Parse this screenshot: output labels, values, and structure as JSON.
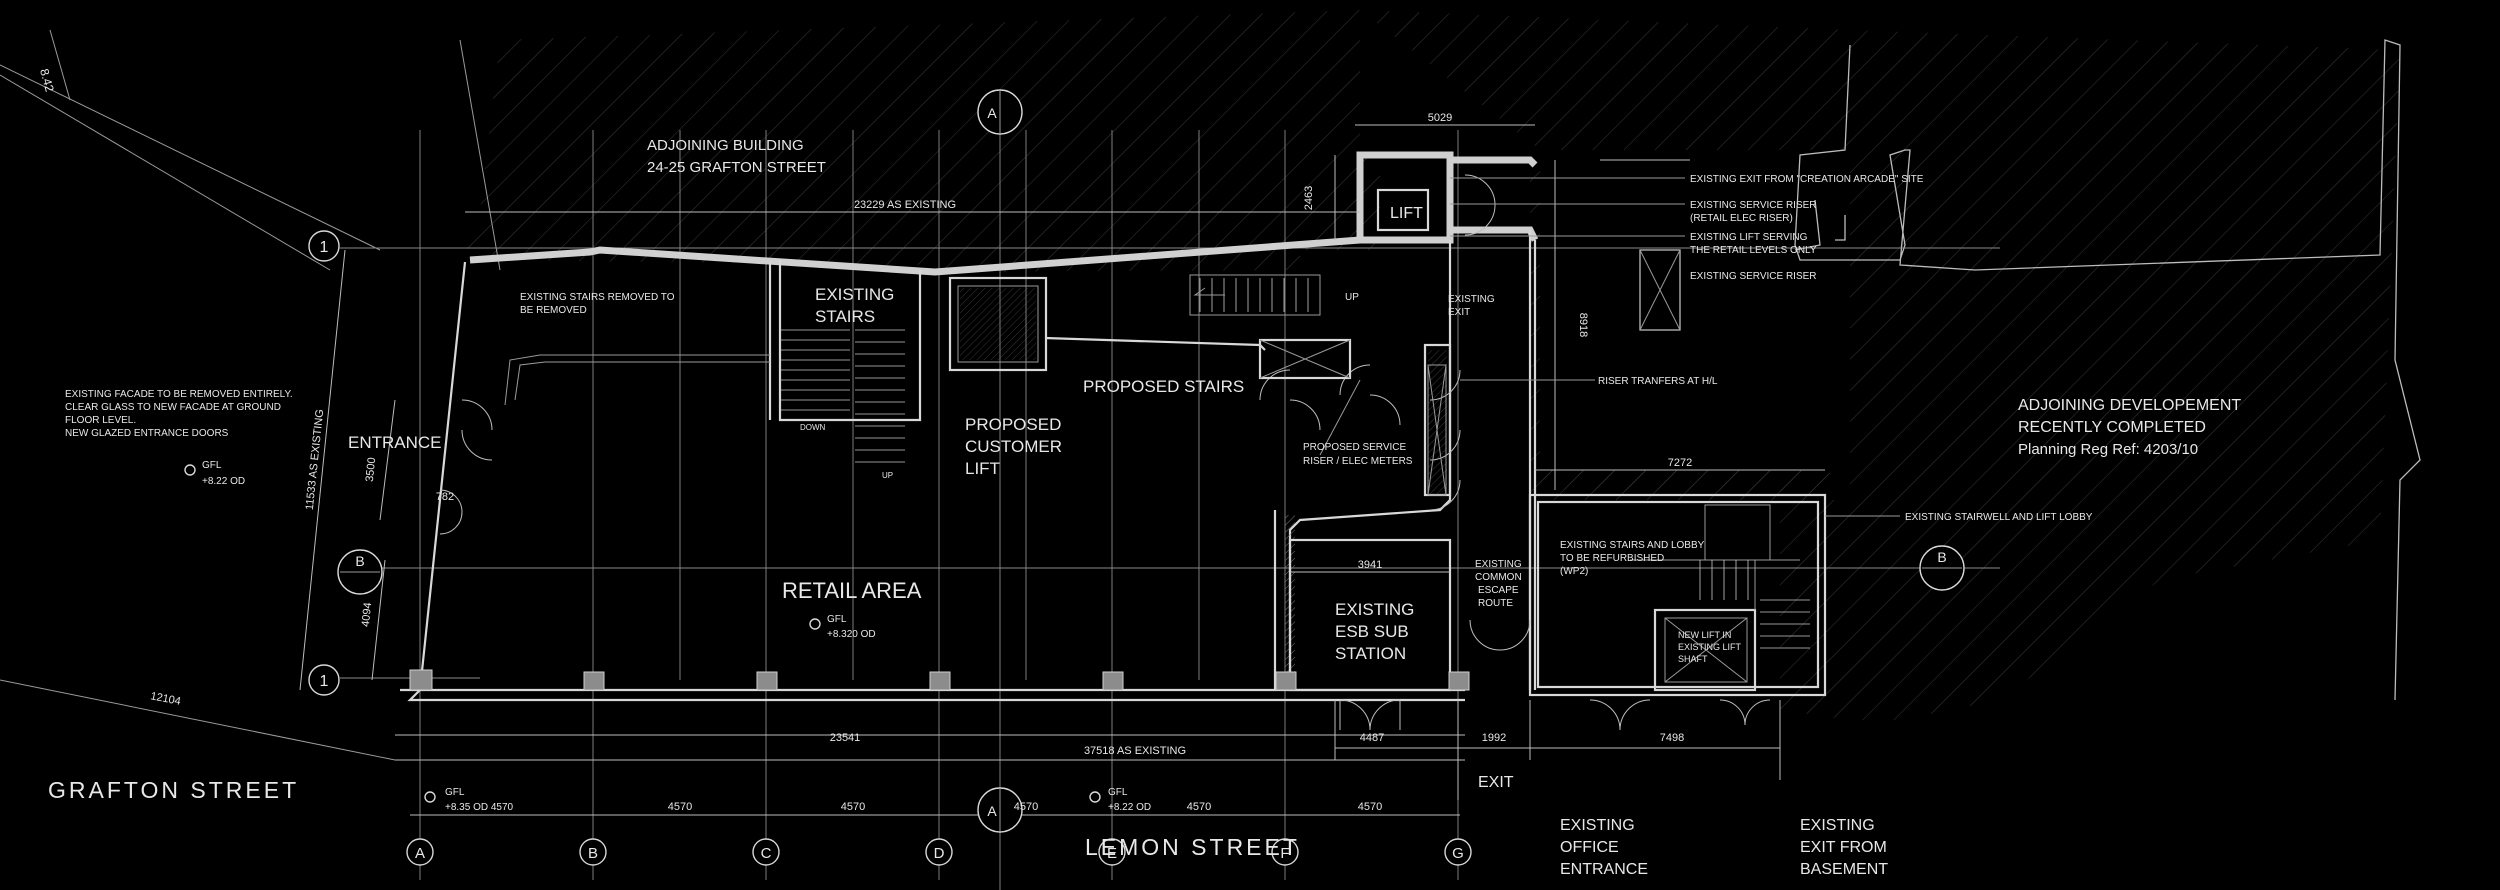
{
  "labels": {
    "adjoining_building": [
      "ADJOINING BUILDING",
      "24-25 GRAFTON STREET"
    ],
    "existing_stairs_removed": [
      "EXISTING STAIRS REMOVED TO",
      "BE REMOVED"
    ],
    "existing_stairs": [
      "EXISTING",
      "STAIRS"
    ],
    "down": "DOWN",
    "up": "UP",
    "proposed_customer_lift": [
      "PROPOSED",
      "CUSTOMER",
      "LIFT"
    ],
    "proposed_stairs": "PROPOSED STAIRS",
    "up_small": "UP",
    "lift": "LIFT",
    "existing_exit": [
      "EXISTING",
      "EXIT"
    ],
    "proposed_service_riser": [
      "PROPOSED SERVICE",
      "RISER / ELEC METERS"
    ],
    "facade_note": [
      "EXISTING FACADE TO BE REMOVED ENTIRELY.",
      "CLEAR GLASS TO NEW FACADE AT GROUND",
      "FLOOR LEVEL.",
      "NEW GLAZED ENTRANCE DOORS"
    ],
    "entrance": "ENTRANCE",
    "retail_area": "RETAIL AREA",
    "esb_sub_station": [
      "EXISTING",
      "ESB SUB",
      "STATION"
    ],
    "common_escape": [
      "EXISTING",
      "COMMON",
      "ESCAPE",
      "ROUTE"
    ],
    "stairs_lobby": [
      "EXISTING STAIRS AND LOBBY",
      "TO BE REFURBISHED",
      "(WP2)"
    ],
    "new_lift": [
      "NEW LIFT IN",
      "EXISTING LIFT",
      "SHAFT"
    ],
    "adjoining_development": [
      "ADJOINING DEVELOPEMENT",
      "RECENTLY COMPLETED",
      "Planning Reg Ref: 4203/10"
    ],
    "grafton_street": "GRAFTON STREET",
    "lemon_street": "LEMON STREET",
    "exit": "EXIT",
    "existing_office_entrance": [
      "EXISTING",
      "OFFICE",
      "ENTRANCE"
    ],
    "existing_exit_basement": [
      "EXISTING",
      "EXIT FROM",
      "BASEMENT"
    ],
    "gfl": "GFL",
    "level_1": "+8.22 OD",
    "level_2": "+8.320 OD",
    "level_3": "+8.35 OD 4570",
    "level_4": "+8.22 OD"
  },
  "annotations": [
    "EXISTING EXIT FROM \"CREATION ARCADE\" SITE",
    "EXISTING SERVICE RISER",
    "(RETAIL ELEC RISER)",
    "EXISTING LIFT SERVING",
    "THE RETAIL LEVELS ONLY",
    "EXISTING SERVICE RISER",
    "RISER TRANFERS AT H/L",
    "EXISTING STAIRWELL AND LIFT LOBBY"
  ],
  "dimensions": {
    "d5029": "5029",
    "d23229": "23229 AS EXISTING",
    "d2463": "2463",
    "d8918": "8918",
    "d7272": "7272",
    "d3941": "3941",
    "d11533": "11533 AS EXISTING",
    "d3500": "3500",
    "d782": "782",
    "d4094": "4094",
    "d12104": "12104",
    "d23541": "23541",
    "d37518": "37518 AS EXISTING",
    "d4487": "4487",
    "d1992": "1992",
    "d7498": "7498",
    "bay": "4570",
    "corner": "8.42"
  },
  "grid_labels": {
    "rows": [
      "1",
      "1",
      "B",
      "B"
    ],
    "columns": [
      "A",
      "B",
      "C",
      "D",
      "E",
      "F",
      "G"
    ],
    "section_marks": [
      "A",
      "A"
    ]
  }
}
